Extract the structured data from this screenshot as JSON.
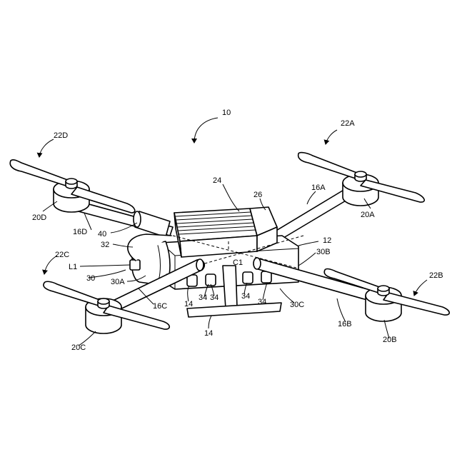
{
  "labels": {
    "r10": "10",
    "r12": "12",
    "r14_left": "14",
    "r14_bottom": "14",
    "r16A": "16A",
    "r16B": "16B",
    "r16C": "16C",
    "r16D": "16D",
    "r20A": "20A",
    "r20B": "20B",
    "r20C": "20C",
    "r20D": "20D",
    "r22A": "22A",
    "r22B": "22B",
    "r22C": "22C",
    "r22D": "22D",
    "r24": "24",
    "r26": "26",
    "r30": "30",
    "r30A": "30A",
    "r30B": "30B",
    "r30C": "30C",
    "r32": "32",
    "r34_1": "34",
    "r34_2": "34",
    "r34_3": "34",
    "r34_4": "34",
    "r40": "40",
    "rC1": "C1",
    "rL1": "L1"
  }
}
